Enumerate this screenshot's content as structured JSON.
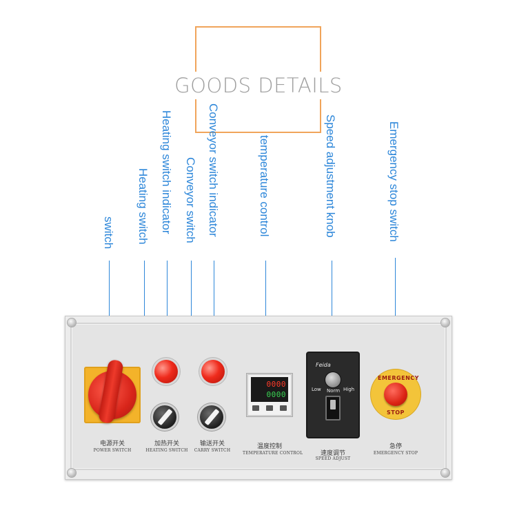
{
  "header": {
    "title": "GOODS DETAILS"
  },
  "callouts": {
    "power": "switch",
    "heating_indicator": "Heating switch indicator",
    "heating_switch": "Heating switch",
    "conveyor_indicator": "Conveyor switch indicator",
    "conveyor_switch": "Conveyor switch",
    "temperature": "temperature control",
    "speed": "Speed adjustment knob",
    "emergency": "Emergency stop switch"
  },
  "panel": {
    "power": {
      "cn": "电源开关",
      "en": "POWER SWITCH"
    },
    "heating": {
      "cn": "加热开关",
      "en": "HEATING SWITCH"
    },
    "carry": {
      "cn": "输送开关",
      "en": "CARRY SWITCH"
    },
    "temperature": {
      "cn": "温度控制",
      "en": "TEMPERATURE CONTROL"
    },
    "speed": {
      "cn": "速度调节",
      "en": "SPEED ADJUST"
    },
    "emergency": {
      "cn": "急停",
      "en": "EMERGENCY STOP"
    }
  },
  "temp_controller": {
    "pv": "0000",
    "sv": "0000"
  },
  "speed_controller": {
    "brand": "Feida",
    "low": "Low",
    "high": "High",
    "norm": "Norm"
  },
  "estop": {
    "top": "EMERGENCY",
    "bottom": "STOP"
  },
  "colors": {
    "callout_blue": "#2c86d9",
    "header_frame": "#f0a45a",
    "header_text": "#9e9e9e",
    "lamp_red": "#ef2b1c",
    "power_base": "#f3b32a",
    "estop_ring": "#f3c43a"
  }
}
